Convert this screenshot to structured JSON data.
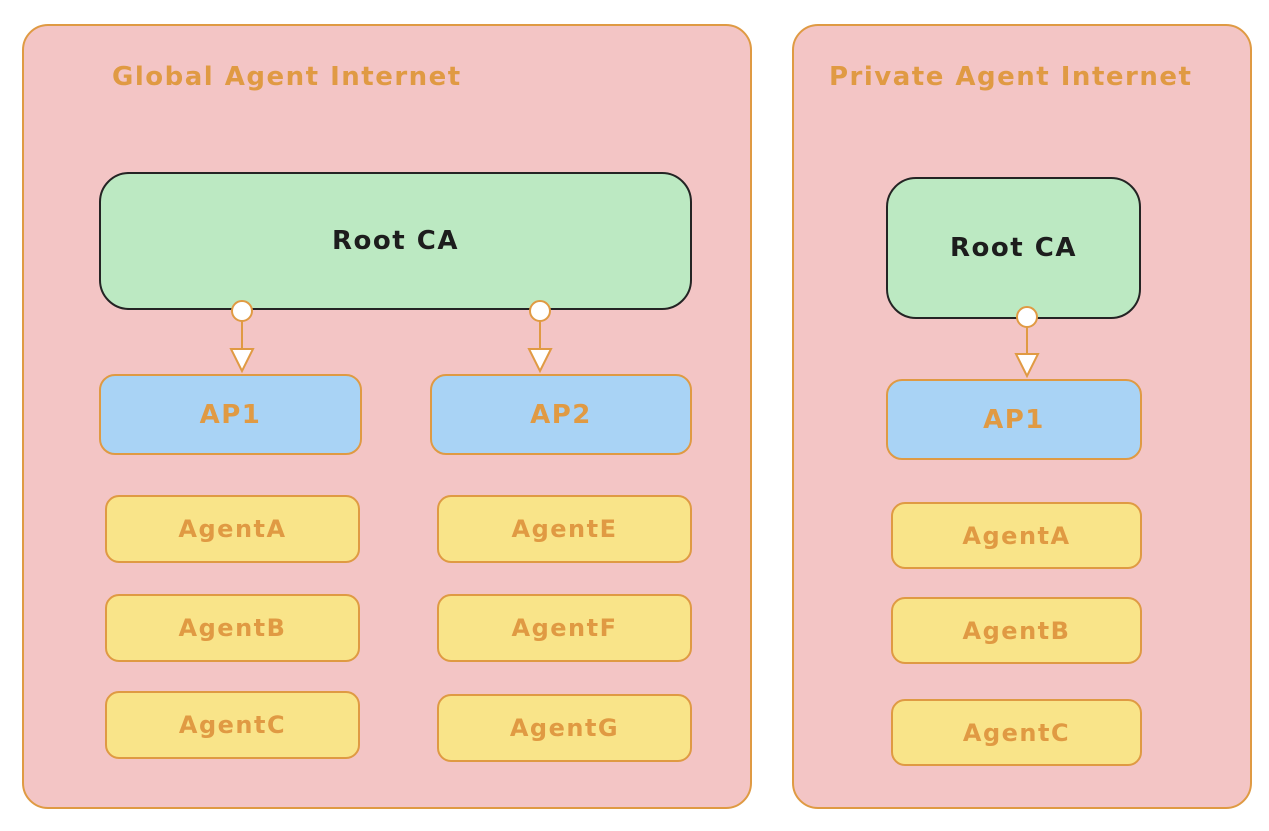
{
  "colors": {
    "cluster_fill": "#f3c5c5",
    "cluster_border": "#df9a43",
    "accent_orange": "#e09a43",
    "root_ca_fill": "#bce9c2",
    "root_ca_border": "#242424",
    "root_ca_text": "#1d1d1d",
    "ap_fill": "#a9d3f5",
    "agent_fill": "#f9e489",
    "page_bg": "#ffffff"
  },
  "containers": [
    {
      "title": "Global Agent Internet",
      "root_ca": "Root CA",
      "aps": [
        {
          "label": "AP1",
          "agents": [
            "AgentA",
            "AgentB",
            "AgentC"
          ]
        },
        {
          "label": "AP2",
          "agents": [
            "AgentE",
            "AgentF",
            "AgentG"
          ]
        }
      ]
    },
    {
      "title": "Private Agent Internet",
      "root_ca": "Root CA",
      "aps": [
        {
          "label": "AP1",
          "agents": [
            "AgentA",
            "AgentB",
            "AgentC"
          ]
        }
      ]
    }
  ]
}
